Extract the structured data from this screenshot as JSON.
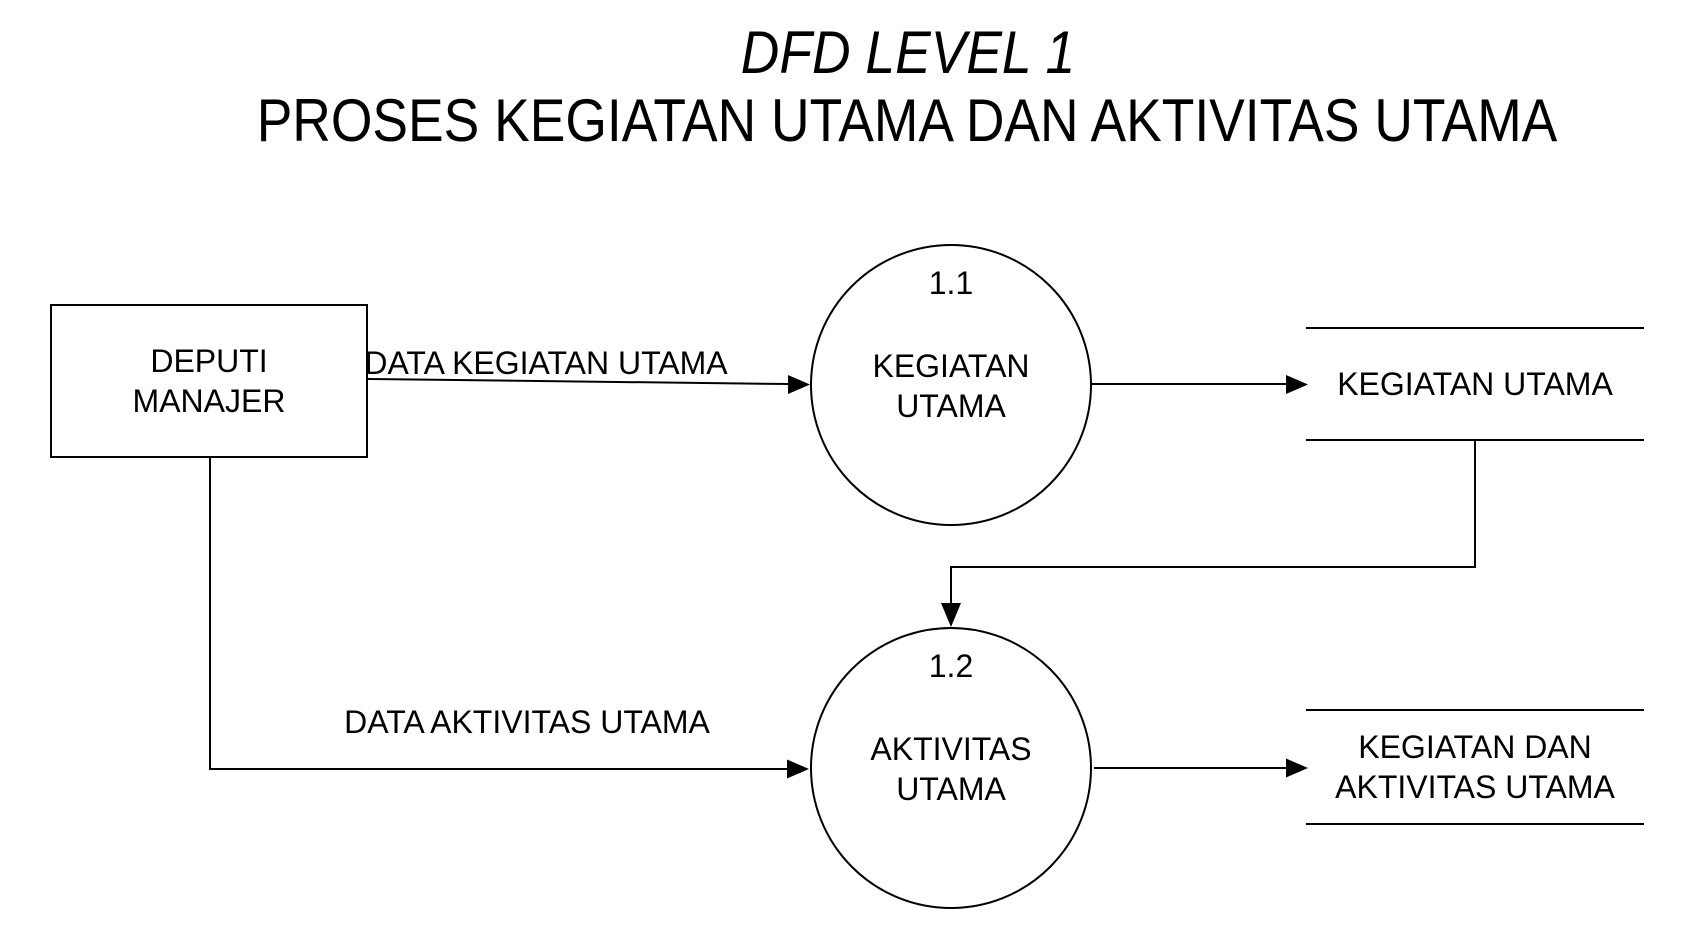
{
  "title": {
    "line1": "DFD LEVEL 1",
    "line2": "PROSES KEGIATAN UTAMA DAN AKTIVITAS UTAMA"
  },
  "colors": {
    "ink": "#000000",
    "background": "#ffffff"
  },
  "external_entity": {
    "label": "DEPUTI\nMANAJER"
  },
  "processes": [
    {
      "id": "1.1",
      "name": "KEGIATAN\nUTAMA"
    },
    {
      "id": "1.2",
      "name": "AKTIVITAS\nUTAMA"
    }
  ],
  "data_stores": [
    {
      "name": "KEGIATAN UTAMA"
    },
    {
      "name": "KEGIATAN DAN\nAKTIVITAS UTAMA"
    }
  ],
  "flows": [
    {
      "label": "DATA KEGIATAN UTAMA",
      "from": "DEPUTI MANAJER",
      "to": "1.1 KEGIATAN UTAMA"
    },
    {
      "label": "DATA AKTIVITAS UTAMA",
      "from": "DEPUTI MANAJER",
      "to": "1.2 AKTIVITAS UTAMA"
    },
    {
      "label": "",
      "from": "1.1 KEGIATAN UTAMA",
      "to": "KEGIATAN UTAMA"
    },
    {
      "label": "",
      "from": "KEGIATAN UTAMA",
      "to": "1.2 AKTIVITAS UTAMA"
    },
    {
      "label": "",
      "from": "1.2 AKTIVITAS UTAMA",
      "to": "KEGIATAN DAN AKTIVITAS UTAMA"
    }
  ]
}
